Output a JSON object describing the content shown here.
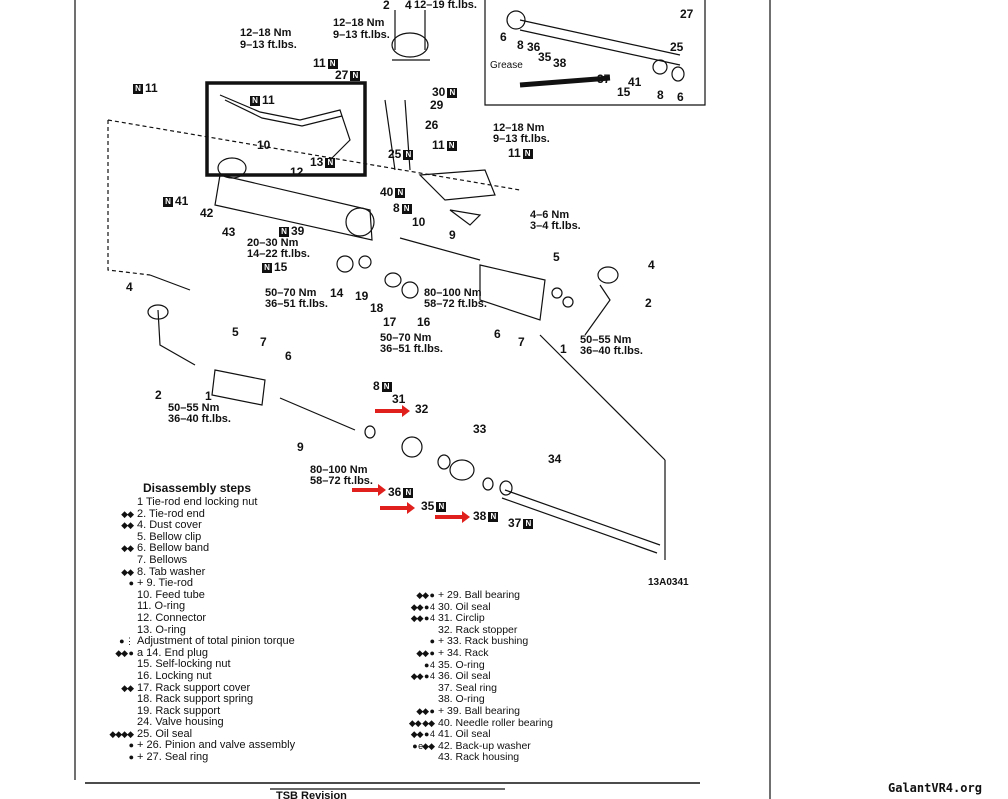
{
  "figure_code": "13A0341",
  "inset_grease_label": "Grease",
  "callouts": [
    {
      "num": "2"
    },
    {
      "num": "4"
    },
    {
      "num": "12–19 ft.lbs."
    },
    {
      "num": "12–18 Nm"
    },
    {
      "num": "9–13 ft.lbs."
    },
    {
      "num": "12–18 Nm"
    },
    {
      "num": "9–13 ft.lbs."
    },
    {
      "num": "11",
      "badge": "N",
      "side": "right"
    },
    {
      "num": "27",
      "badge": "N",
      "side": "right"
    },
    {
      "num": "11",
      "badge": "N",
      "side": "left"
    },
    {
      "num": "11",
      "badge": "N",
      "side": "left"
    },
    {
      "num": "30",
      "badge": "N",
      "side": "right"
    },
    {
      "num": "29"
    },
    {
      "num": "26"
    },
    {
      "num": "10"
    },
    {
      "num": "13",
      "badge": "N",
      "side": "right"
    },
    {
      "num": "12"
    },
    {
      "num": "11",
      "badge": "N",
      "side": "right"
    },
    {
      "num": "25",
      "badge": "N",
      "side": "right"
    },
    {
      "num": "12–18 Nm"
    },
    {
      "num": "9–13 ft.lbs."
    },
    {
      "num": "11",
      "badge": "N",
      "side": "right"
    },
    {
      "num": "40",
      "badge": "N",
      "side": "right"
    },
    {
      "num": "41",
      "badge": "N",
      "side": "left"
    },
    {
      "num": "42"
    },
    {
      "num": "43"
    },
    {
      "num": "8",
      "badge": "N",
      "side": "right"
    },
    {
      "num": "10"
    },
    {
      "num": "9"
    },
    {
      "num": "4–6 Nm"
    },
    {
      "num": "3–4 ft.lbs."
    },
    {
      "num": "39",
      "badge": "N",
      "side": "left"
    },
    {
      "num": "20–30 Nm"
    },
    {
      "num": "14–22 ft.lbs."
    },
    {
      "num": "15",
      "badge": "N",
      "side": "left"
    },
    {
      "num": "5"
    },
    {
      "num": "4"
    },
    {
      "num": "2"
    },
    {
      "num": "50–70 Nm"
    },
    {
      "num": "36–51 ft.lbs."
    },
    {
      "num": "14"
    },
    {
      "num": "19"
    },
    {
      "num": "18"
    },
    {
      "num": "17"
    },
    {
      "num": "16"
    },
    {
      "num": "80–100 Nm"
    },
    {
      "num": "58–72 ft.lbs."
    },
    {
      "num": "6"
    },
    {
      "num": "7"
    },
    {
      "num": "1"
    },
    {
      "num": "50–55 Nm"
    },
    {
      "num": "36–40 ft.lbs."
    },
    {
      "num": "50–70 Nm"
    },
    {
      "num": "36–51 ft.lbs."
    },
    {
      "num": "4"
    },
    {
      "num": "5"
    },
    {
      "num": "7"
    },
    {
      "num": "6"
    },
    {
      "num": "2"
    },
    {
      "num": "1"
    },
    {
      "num": "50–55 Nm"
    },
    {
      "num": "36–40 ft.lbs."
    },
    {
      "num": "8",
      "badge": "N",
      "side": "right"
    },
    {
      "num": "31"
    },
    {
      "num": "32"
    },
    {
      "num": "33"
    },
    {
      "num": "34"
    },
    {
      "num": "9"
    },
    {
      "num": "80–100 Nm"
    },
    {
      "num": "58–72 ft.lbs."
    },
    {
      "num": "36",
      "badge": "N",
      "side": "right"
    },
    {
      "num": "35",
      "badge": "N",
      "side": "right"
    },
    {
      "num": "38",
      "badge": "N",
      "side": "right"
    },
    {
      "num": "37",
      "badge": "N",
      "side": "right"
    },
    {
      "num": "27"
    },
    {
      "num": "6"
    },
    {
      "num": "8"
    },
    {
      "num": "36"
    },
    {
      "num": "35"
    },
    {
      "num": "38"
    },
    {
      "num": "37"
    },
    {
      "num": "25"
    },
    {
      "num": "15"
    },
    {
      "num": "41"
    },
    {
      "num": "8"
    },
    {
      "num": "6"
    }
  ],
  "legend": {
    "title": "Disassembly steps",
    "left": [
      {
        "mark": "",
        "text": "1  Tie-rod end locking nut"
      },
      {
        "mark": "◆◆",
        "text": "2.  Tie-rod  end"
      },
      {
        "mark": "◆◆",
        "text": "4.  Dust  cover"
      },
      {
        "mark": "",
        "text": "5.  Bellow  clip"
      },
      {
        "mark": "◆◆",
        "text": "6.  Bellow  band"
      },
      {
        "mark": "",
        "text": "7.  Bellows"
      },
      {
        "mark": "◆◆",
        "text": "8.  Tab  washer"
      },
      {
        "mark": "●",
        "text": "+ 9.  Tie-rod"
      },
      {
        "mark": "",
        "text": "10.  Feed tube"
      },
      {
        "mark": "",
        "text": "11.  O-ring"
      },
      {
        "mark": "",
        "text": "12.  Connector"
      },
      {
        "mark": "",
        "text": "13.  O-ring"
      },
      {
        "mark": "● ⋮",
        "text": "Adjustment  of  total  pinion  torque"
      },
      {
        "mark": "◆◆  ●",
        "text": "a 14. End plug"
      },
      {
        "mark": "",
        "text": "15.  Self-locking  nut"
      },
      {
        "mark": "",
        "text": "16.  Locking nut"
      },
      {
        "mark": "◆◆",
        "text": "17.  Rack  support  cover"
      },
      {
        "mark": "",
        "text": "18.  Rack  support  spring"
      },
      {
        "mark": "",
        "text": "19.  Rack  support"
      },
      {
        "mark": "",
        "text": "24.  Valve  housing"
      },
      {
        "mark": "◆◆◆◆",
        "text": "25.  Oil  seal"
      },
      {
        "mark": "●",
        "text": "+ 26.  Pinion  and  valve  assembly"
      },
      {
        "mark": "●",
        "text": "+ 27.  Seal ring"
      }
    ],
    "right": [
      {
        "mark": "◆◆  ●",
        "text": "+ 29.  Ball bearing"
      },
      {
        "mark": "◆◆ ● 4",
        "text": "30.  Oil  seal"
      },
      {
        "mark": "◆◆ ● 4",
        "text": "31.  Circlip"
      },
      {
        "mark": "",
        "text": "32.  Rack  stopper"
      },
      {
        "mark": "●",
        "text": "+ 33.  Rack  bushing"
      },
      {
        "mark": "◆◆  ●",
        "text": "+ 34.  Rack"
      },
      {
        "mark": "● 4",
        "text": "35.  O-ring"
      },
      {
        "mark": "◆◆ ● 4",
        "text": "36.  Oil  seal"
      },
      {
        "mark": "",
        "text": "37.  Seal ring"
      },
      {
        "mark": "",
        "text": "38.  O-ring"
      },
      {
        "mark": "◆◆  ●",
        "text": "+ 39.  Ball bearing"
      },
      {
        "mark": "◆◆ ◆◆",
        "text": "40.  Needle  roller  bearing"
      },
      {
        "mark": "◆◆ ● 4",
        "text": "41.  Oil  seal"
      },
      {
        "mark": "● e◆◆",
        "text": "42.  Back-up  washer"
      },
      {
        "mark": "",
        "text": "43.  Rack  housing"
      }
    ]
  },
  "footer_text": "TSB  Revision",
  "watermark": "GalantVR4.org",
  "arrow_color": "#e0201c"
}
